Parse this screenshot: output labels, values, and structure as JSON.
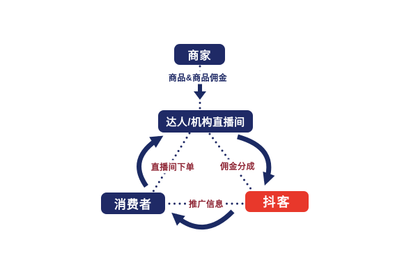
{
  "diagram": {
    "type": "cycle-flow",
    "colors": {
      "node_navy": "#1f2a66",
      "node_red": "#e8382b",
      "label_navy": "#1f2a66",
      "label_dark_red": "#8e2433",
      "arrow_navy": "#1b2a63",
      "background": "#ffffff"
    },
    "nodes": {
      "merchant": {
        "label": "商家"
      },
      "live_room": {
        "label": "达人/机构直播间"
      },
      "consumer": {
        "label": "消费者"
      },
      "douke": {
        "label": "抖客"
      }
    },
    "edges": {
      "merchant_to_live_room": {
        "label": "商品&商品佣金",
        "style": "dotted-with-solid-arrow",
        "direction": "down"
      },
      "consumer_to_live_room": {
        "label": "直播间下单",
        "style": "curved-arrow",
        "direction": "up-left-side"
      },
      "live_room_to_douke": {
        "label": "佣金分成",
        "style": "curved-arrow",
        "direction": "down-right-side"
      },
      "douke_to_consumer": {
        "label": "推广信息",
        "style": "curved-arrow",
        "direction": "leftward-bottom"
      }
    }
  }
}
